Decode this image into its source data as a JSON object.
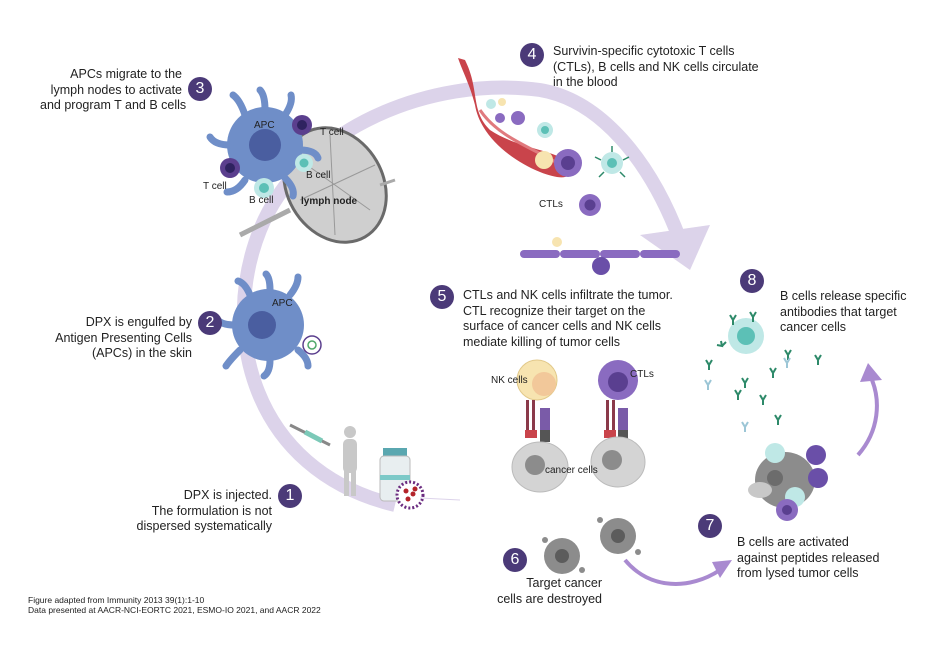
{
  "steps": [
    {
      "number": "1",
      "lines": [
        "DPX is injected.",
        "The formulation is not",
        "dispersed systematically"
      ]
    },
    {
      "number": "2",
      "lines": [
        "DPX is engulfed by",
        "Antigen Presenting Cells",
        "(APCs) in the skin"
      ]
    },
    {
      "number": "3",
      "lines": [
        "APCs migrate to the",
        "lymph nodes to activate",
        "and program T and B cells"
      ]
    },
    {
      "number": "4",
      "lines": [
        "Survivin-specific cytotoxic T cells",
        "(CTLs), B cells and NK cells circulate",
        "in the blood"
      ]
    },
    {
      "number": "5",
      "lines": [
        "CTLs and NK cells infiltrate the tumor.",
        "CTL recognize their target on the",
        "surface of cancer cells and NK cells",
        "mediate killing of tumor cells"
      ]
    },
    {
      "number": "6",
      "lines": [
        "Target cancer",
        "cells are destroyed"
      ]
    },
    {
      "number": "7",
      "lines": [
        "B cells are activated",
        "against peptides released",
        "from lysed tumor cells"
      ]
    },
    {
      "number": "8",
      "lines": [
        "B cells release specific",
        "antibodies that target",
        "cancer cells"
      ]
    }
  ],
  "labels": {
    "apc_top": "APC",
    "apc_skin": "APC",
    "t_cell_upper": "T cell",
    "t_cell_left": "T cell",
    "b_cell_node": "B cell",
    "b_cell_lower": "B cell",
    "lymph_node": "lymph node",
    "ctls_blood": "CTLs",
    "nk_cells": "NK cells",
    "ctls_tumor": "CTLs",
    "cancer_cells": "cancer cells"
  },
  "footnotes": [
    "Figure adapted from Immunity 2013 39(1):1-10",
    "Data presented at AACR-NCI-EORTC 2021, ESMO-IO 2021, and AACR 2022"
  ],
  "colors": {
    "badge": "#4b3a78",
    "main_arrow": "#dcd3ea",
    "small_arrow": "#a98ad0",
    "apc": "#6f8ec8",
    "apc_nucleus": "#4a5ea0",
    "t_cell": "#5b3f8e",
    "b_cell": "#bfe8e6",
    "b_cell_nucleus": "#5cc0b6",
    "ctl": "#8a6bc0",
    "ctl_nucleus": "#5a3f90",
    "nk_cell": "#f7e4b0",
    "blood_vessel": "#c9444b",
    "lymph_node": "#cfcfcf",
    "cancer_cell": "#8c8c8c",
    "antibody": "#2e8a6a"
  }
}
